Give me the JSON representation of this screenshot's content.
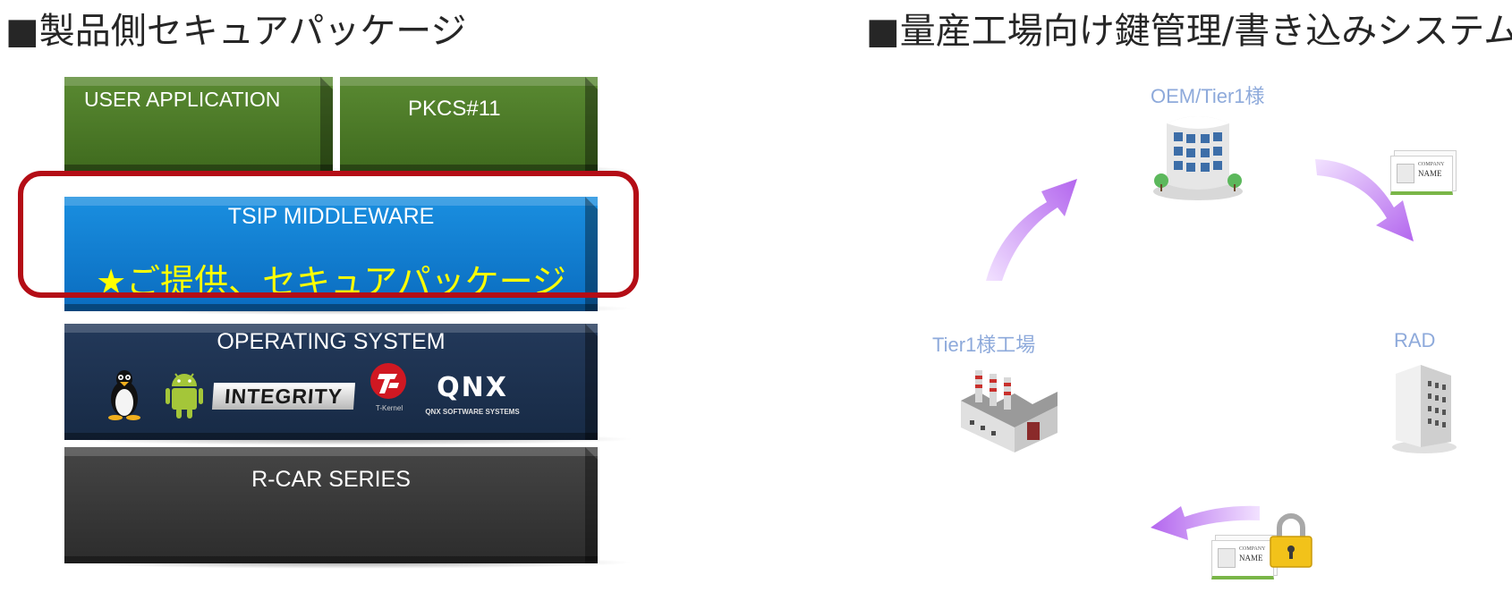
{
  "left_heading": "■製品側セキュアパッケージ",
  "right_heading": "■量産工場向け鍵管理/書き込みシステム",
  "stack": {
    "user_app": "USER APPLICATION",
    "pkcs": "PKCS#11",
    "tsip": "TSIP MIDDLEWARE",
    "tsip_sub": "★ご提供、セキュアパッケージ",
    "os": "OPERATING SYSTEM",
    "integrity": "INTEGRITY",
    "tkernel": "T-Kernel",
    "qnx": "QNX",
    "qnx_sub": "QNX SOFTWARE SYSTEMS",
    "rcar": "R-CAR SERIES"
  },
  "flow": {
    "oem": "OEM/Tier1様",
    "tier1_factory": "Tier1様工場",
    "rad": "RAD",
    "card_company": "COMPANY",
    "card_name": "NAME",
    "card_company2": "COMPANY",
    "card_name2": "NAME"
  },
  "colors": {
    "green": "#4a7a28",
    "blue": "#0a78d2",
    "navy": "#1f3350",
    "dark": "#383838",
    "highlight": "#b40d16",
    "yellow_text": "#ffff00",
    "arrow_purple": "#c77ff0",
    "label_blue": "#8eaadb"
  }
}
